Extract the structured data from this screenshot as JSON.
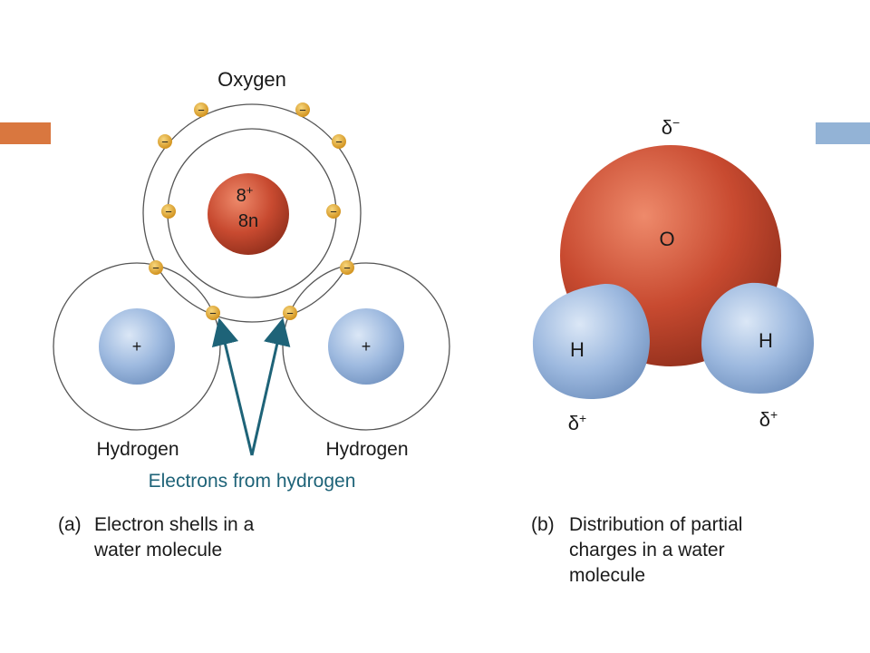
{
  "slide": {
    "accent_left_color": "#d9773f",
    "accent_right_color": "#93b3d6"
  },
  "panel_a": {
    "oxygen_label": "Oxygen",
    "nucleus_protons": "8",
    "nucleus_protons_sup": "+",
    "nucleus_neutrons": "8n",
    "hydrogen_left_label": "Hydrogen",
    "hydrogen_right_label": "Hydrogen",
    "hydrogen_nucleus_charge": "+",
    "electron_symbol": "−",
    "electrons_note": "Electrons from hydrogen",
    "caption_letter": "(a)",
    "caption_line1": "Electron shells in a",
    "caption_line2": "water molecule"
  },
  "panel_b": {
    "oxygen_partial_charge": "δ",
    "oxygen_partial_sign": "−",
    "oxygen_symbol": "O",
    "hydrogen_symbol": "H",
    "hydrogen_partial_charge": "δ",
    "hydrogen_partial_sign": "+",
    "caption_letter": "(b)",
    "caption_line1": "Distribution of partial",
    "caption_line2": "charges in a water",
    "caption_line3": "molecule"
  },
  "colors": {
    "oxygen": "#c84a30",
    "hydrogen": "#9db9df",
    "electron": "#e3a52b",
    "arrow": "#1e6378"
  }
}
